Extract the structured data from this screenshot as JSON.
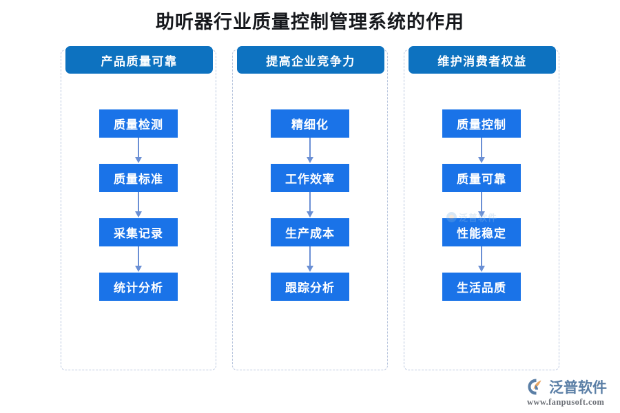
{
  "page": {
    "title": "助听器行业质量控制管理系统的作用"
  },
  "columns": [
    {
      "header": "产品质量可靠",
      "steps": [
        "质量检测",
        "质量标准",
        "采集记录",
        "统计分析"
      ]
    },
    {
      "header": "提高企业竞争力",
      "steps": [
        "精细化",
        "工作效率",
        "生产成本",
        "跟踪分析"
      ]
    },
    {
      "header": "维护消费者权益",
      "steps": [
        "质量控制",
        "质量可靠",
        "性能稳定",
        "生活品质"
      ]
    }
  ],
  "watermark": {
    "text": "泛普软件"
  },
  "brand": {
    "name": "泛普软件",
    "url": "www.fanpusoft.com"
  },
  "colors": {
    "header_blue": "#0d72c0",
    "step_blue": "#1a73e8",
    "arrow_blue": "#6a8fd4",
    "dashed_border": "#b9c6de",
    "title_text": "#16181c",
    "logo_blue": "#5b7fa6",
    "logo_accent": "#e8a765"
  }
}
